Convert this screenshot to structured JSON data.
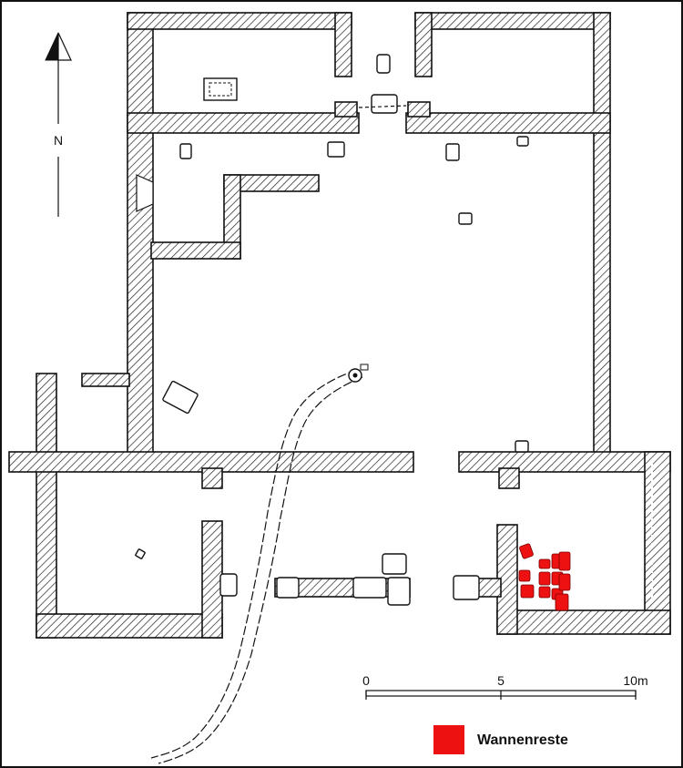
{
  "north_label": "N",
  "scale": {
    "ticks": [
      "0",
      "5",
      "10m"
    ]
  },
  "legend": {
    "label": "Wannenreste",
    "color": "#ee1111"
  },
  "colors": {
    "wall_hatch": "#222222",
    "line": "#111111",
    "remains": "#ee1111"
  }
}
